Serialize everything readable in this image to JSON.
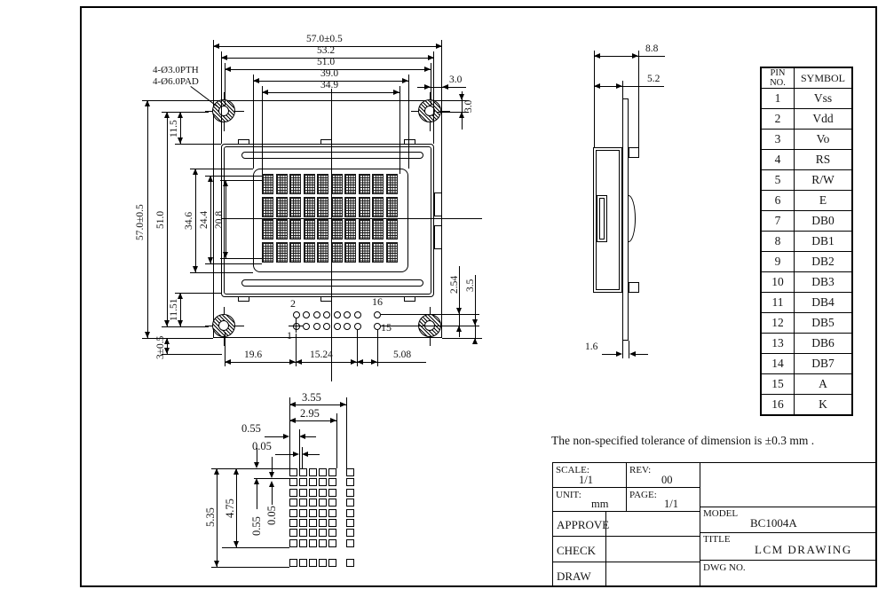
{
  "note": "The non-specified tolerance of dimension is ±0.3 mm .",
  "front": {
    "hole_note": [
      "4-Ø3.0PTH",
      "4-Ø6.0PAD"
    ],
    "top_dims": [
      "57.0±0.5",
      "53.2",
      "51.0",
      "39.0",
      "34.9"
    ],
    "corner_dim_h": "3.0",
    "corner_dim_v": "3.0",
    "left_dims": [
      "57.0±0.5",
      "51.0",
      "11.5",
      "34.6",
      "24.4",
      "20.8",
      "11.51",
      "3±0.5"
    ],
    "bottom_dims": [
      "19.6",
      "15.24",
      "5.08"
    ],
    "right_dims": [
      "2.54",
      "3.5"
    ],
    "pin_labels": {
      "top_first": "2",
      "bottom_first": "1",
      "top_last": "16",
      "bottom_last": "15"
    },
    "matrix": {
      "cols": 10,
      "rows": 4
    }
  },
  "side": {
    "depth": "8.8",
    "front_offset": "5.2",
    "pcb_thickness": "1.6"
  },
  "detail": {
    "top_dims": [
      "3.55",
      "2.95",
      "0.55",
      "0.05"
    ],
    "left_dims": [
      "5.35",
      "4.75",
      "0.55",
      "0.05"
    ],
    "grid": {
      "cols": 5,
      "rows": 8
    }
  },
  "pin_table": {
    "headers": [
      "PIN NO.",
      "SYMBOL"
    ],
    "rows": [
      [
        "1",
        "Vss"
      ],
      [
        "2",
        "Vdd"
      ],
      [
        "3",
        "Vo"
      ],
      [
        "4",
        "RS"
      ],
      [
        "5",
        "R/W"
      ],
      [
        "6",
        "E"
      ],
      [
        "7",
        "DB0"
      ],
      [
        "8",
        "DB1"
      ],
      [
        "9",
        "DB2"
      ],
      [
        "10",
        "DB3"
      ],
      [
        "11",
        "DB4"
      ],
      [
        "12",
        "DB5"
      ],
      [
        "13",
        "DB6"
      ],
      [
        "14",
        "DB7"
      ],
      [
        "15",
        "A"
      ],
      [
        "16",
        "K"
      ]
    ]
  },
  "title_block": {
    "scale_label": "SCALE:",
    "scale": "1/1",
    "rev_label": "REV:",
    "rev": "00",
    "unit_label": "UNIT:",
    "unit": "mm",
    "page_label": "PAGE:",
    "page": "1/1",
    "approve": "APPROVE",
    "check": "CHECK",
    "draw": "DRAW",
    "model_label": "MODEL",
    "model": "BC1004A",
    "title_label": "TITLE",
    "title": "LCM DRAWING",
    "dwg_label": "DWG NO."
  }
}
